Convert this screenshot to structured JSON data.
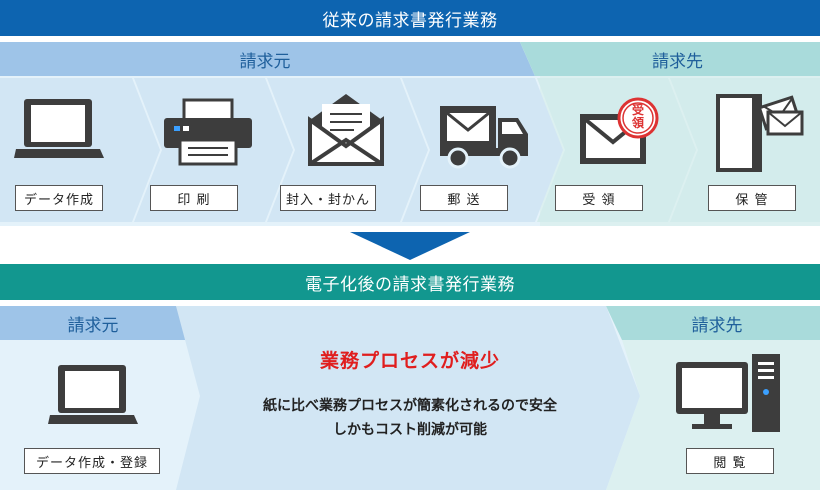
{
  "top": {
    "banner": "従来の請求書発行業務",
    "sender_label": "請求元",
    "receiver_label": "請求先",
    "steps": [
      {
        "label": "データ作成",
        "icon": "laptop-icon"
      },
      {
        "label": "印 刷",
        "icon": "printer-icon"
      },
      {
        "label": "封入・封かん",
        "icon": "envelope-open-icon"
      },
      {
        "label": "郵 送",
        "icon": "delivery-truck-icon"
      },
      {
        "label": "受 領",
        "icon": "envelope-stamp-icon"
      },
      {
        "label": "保 管",
        "icon": "storage-cabinet-icon"
      }
    ],
    "stamp_text": [
      "受",
      "領"
    ]
  },
  "bottom": {
    "banner": "電子化後の請求書発行業務",
    "sender_label": "請求元",
    "receiver_label": "請求先",
    "sender_step": "データ作成・登録",
    "receiver_step": "閲 覧",
    "headline": "業務プロセスが減少",
    "description_line1": "紙に比べ業務プロセスが簡素化されるので安全",
    "description_line2": "しかもコスト削減が可能"
  },
  "colors": {
    "banner_blue": "#0d64b0",
    "banner_teal": "#12978f",
    "sender_header": "#9ec4e8",
    "receiver_header": "#a9dbdb",
    "panel_light": "#e4f2fa",
    "chevron": "#d2e6f4",
    "receiver_panel": "#dcf0f0",
    "accent_red": "#e01e1e",
    "arrow": "#0d64b0"
  }
}
